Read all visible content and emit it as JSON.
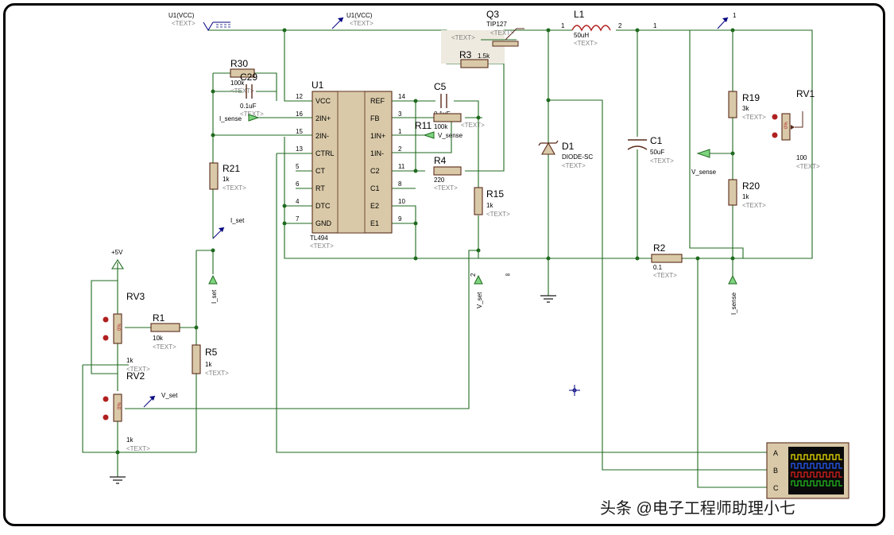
{
  "watermark": "头条 @电子工程师助理小七",
  "text_placeholder": "<TEXT>",
  "net_labels": {
    "u1vcc_a": "U1(VCC)",
    "u1vcc_b": "U1(VCC)",
    "i_sense": "I_sense",
    "v_sense_u1": "V_sense",
    "v_sense_fb": "V_sense",
    "i_set_up": "I_set",
    "i_set_down": "I_set",
    "v_set_up": "V_set",
    "v_set_down": "V_set",
    "i_sense_down": "I_sense",
    "plus5v": "+5V",
    "node1_l1": "1",
    "node2_l1": "2",
    "node1_out": "1",
    "node1_top": "1",
    "node2_vset": "2",
    "inf": "∞"
  },
  "components": {
    "u1": {
      "ref": "U1",
      "part": "TL494",
      "left_pins": [
        {
          "num": "12",
          "name": "VCC"
        },
        {
          "num": "16",
          "name": "2IN+"
        },
        {
          "num": "15",
          "name": "2IN-"
        },
        {
          "num": "13",
          "name": "CTRL"
        },
        {
          "num": "5",
          "name": "CT"
        },
        {
          "num": "6",
          "name": "RT"
        },
        {
          "num": "4",
          "name": "DTC"
        },
        {
          "num": "7",
          "name": "GND"
        }
      ],
      "right_pins": [
        {
          "num": "14",
          "name": "REF"
        },
        {
          "num": "3",
          "name": "FB"
        },
        {
          "num": "1",
          "name": "1IN+"
        },
        {
          "num": "2",
          "name": "1IN-"
        },
        {
          "num": "11",
          "name": "C2"
        },
        {
          "num": "8",
          "name": "C1"
        },
        {
          "num": "10",
          "name": "E2"
        },
        {
          "num": "9",
          "name": "E1"
        }
      ]
    },
    "q3": {
      "ref": "Q3",
      "value": "TIP127"
    },
    "l1": {
      "ref": "L1",
      "value": "50uH"
    },
    "r3": {
      "ref": "R3",
      "value": "1.5k"
    },
    "r30": {
      "ref": "R30",
      "value": "100k"
    },
    "c29": {
      "ref": "C29",
      "value": "0.1uF"
    },
    "c5": {
      "ref": "C5",
      "value": "0.1uF"
    },
    "r11": {
      "ref": "R11",
      "value": "100k"
    },
    "r4": {
      "ref": "R4",
      "value": "220"
    },
    "r15": {
      "ref": "R15",
      "value": "1k"
    },
    "r21": {
      "ref": "R21",
      "value": "1k"
    },
    "d1": {
      "ref": "D1",
      "value": "DIODE-SC"
    },
    "c1": {
      "ref": "C1",
      "value": "50uF"
    },
    "r19": {
      "ref": "R19",
      "value": "3k"
    },
    "r20": {
      "ref": "R20",
      "value": "1k"
    },
    "rv1": {
      "ref": "RV1",
      "value": "100"
    },
    "r2": {
      "ref": "R2",
      "value": "0.1"
    },
    "rv3": {
      "ref": "RV3",
      "value": "1k"
    },
    "rv2": {
      "ref": "RV2",
      "value": "1k"
    },
    "r1": {
      "ref": "R1",
      "value": "10k"
    },
    "r5": {
      "ref": "R5",
      "value": "1k"
    },
    "pot_pct": "0%",
    "scope": {
      "channels": [
        "A",
        "B",
        "C"
      ],
      "trace_colors": [
        "#f2e600",
        "#2a5cff",
        "#e02020",
        "#20c020"
      ]
    }
  }
}
